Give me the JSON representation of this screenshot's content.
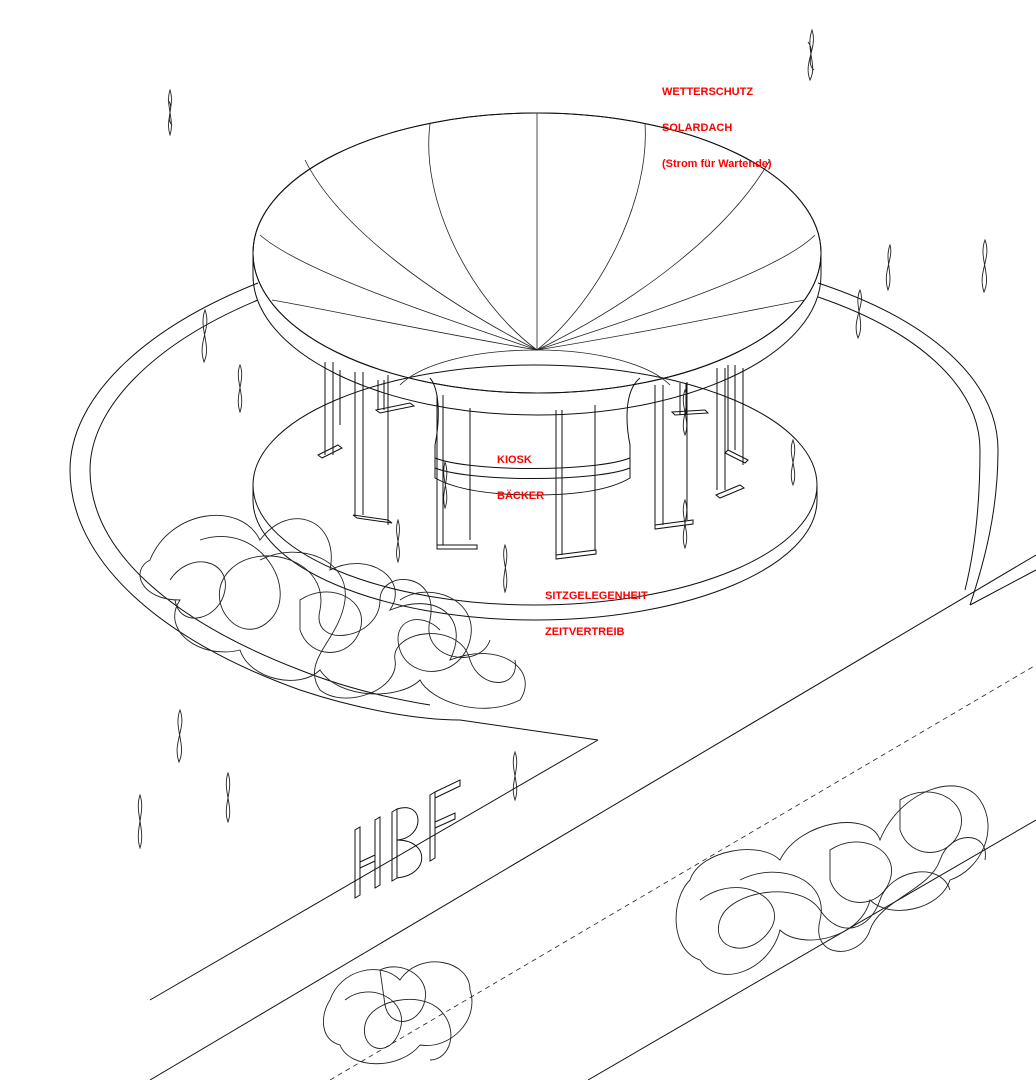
{
  "labels": {
    "roof": [
      "WETTERSCHUTZ",
      "SOLARDACH",
      "(Strom für Wartende)"
    ],
    "kiosk": [
      "KIOSK",
      "BÄCKER"
    ],
    "seating": [
      "SITZGELEGENHEIT",
      "ZEITVERTREIB"
    ]
  },
  "sign": {
    "text": "HBF"
  },
  "colors": {
    "annotation": "#ff0000",
    "line": "#111111",
    "background": "#ffffff"
  }
}
